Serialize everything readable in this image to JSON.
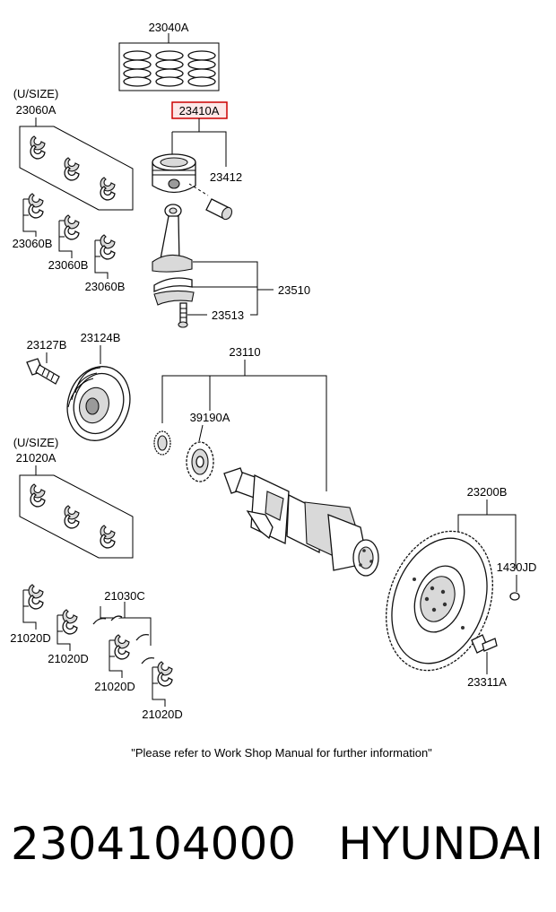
{
  "labels": {
    "piston_ring_set": "23040A",
    "undersize_1": "(U/SIZE)",
    "rod_bearing_set": "23060A",
    "piston_assy": "23410A",
    "piston_pin": "23412",
    "rod_bearing_1": "23060B",
    "rod_bearing_2": "23060B",
    "rod_bearing_3": "23060B",
    "connecting_rod": "23510",
    "rod_bolt": "23513",
    "pulley_bolt": "23127B",
    "damper_pulley": "23124B",
    "crankshaft": "23110",
    "sprocket": "39190A",
    "undersize_2": "(U/SIZE)",
    "main_bearing_set": "21020A",
    "flywheel": "23200B",
    "dowel_pin": "1430JD",
    "thrust_washer": "21030C",
    "main_bearing_1": "21020D",
    "main_bearing_2": "21020D",
    "main_bearing_3": "21020D",
    "main_bearing_4": "21020D",
    "flywheel_bolt": "23311A"
  },
  "note": "\"Please refer to Work Shop Manual for further information\"",
  "part_number": "2304104000",
  "brand": "HYUNDAI",
  "colors": {
    "highlight_border": "#cc0000",
    "highlight_fill": "#fde8e8"
  }
}
